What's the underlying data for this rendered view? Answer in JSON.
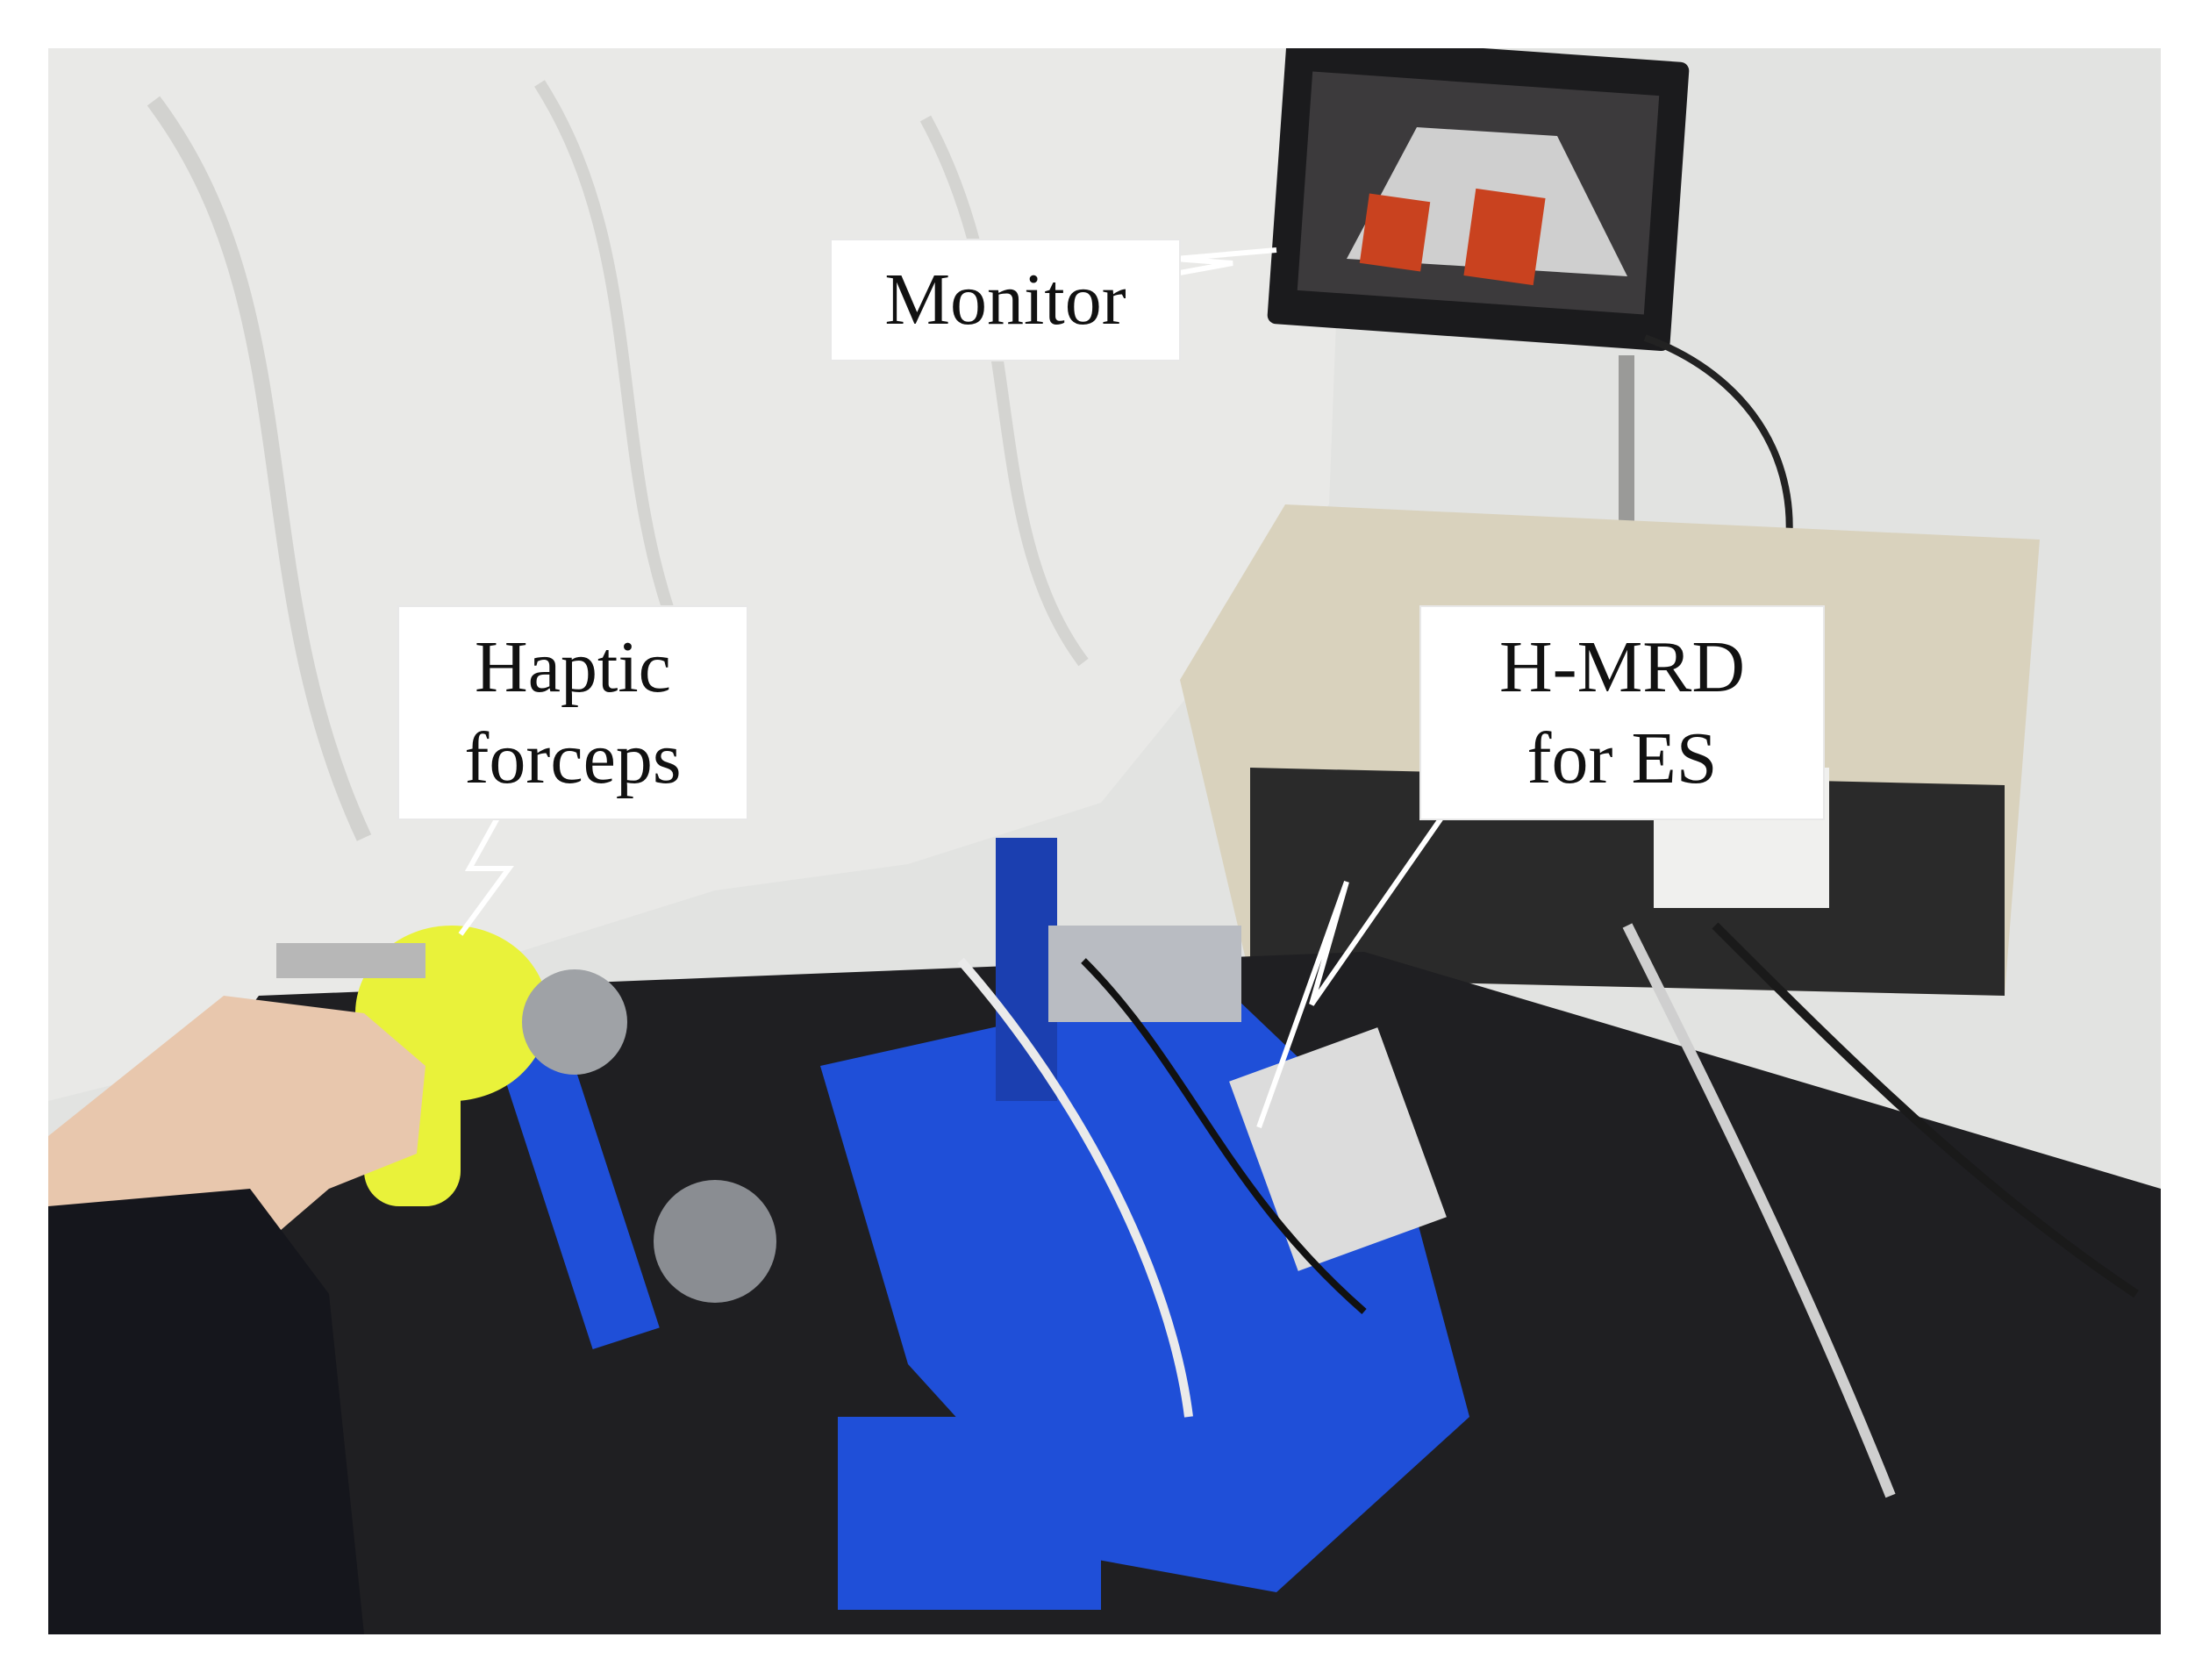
{
  "labels": {
    "monitor": {
      "text": "Monitor"
    },
    "haptic": {
      "line1": "Haptic",
      "line2": "forceps"
    },
    "hmrd": {
      "line1": "H-MRD",
      "line2": "for ES"
    }
  },
  "colors": {
    "mount_blue": "#1f4fd8",
    "forceps_yellow": "#e9f23a",
    "cabinet_beige": "#d9d2bd",
    "tissue_red": "#c9421f",
    "curtain_white": "#e6e6e4"
  }
}
